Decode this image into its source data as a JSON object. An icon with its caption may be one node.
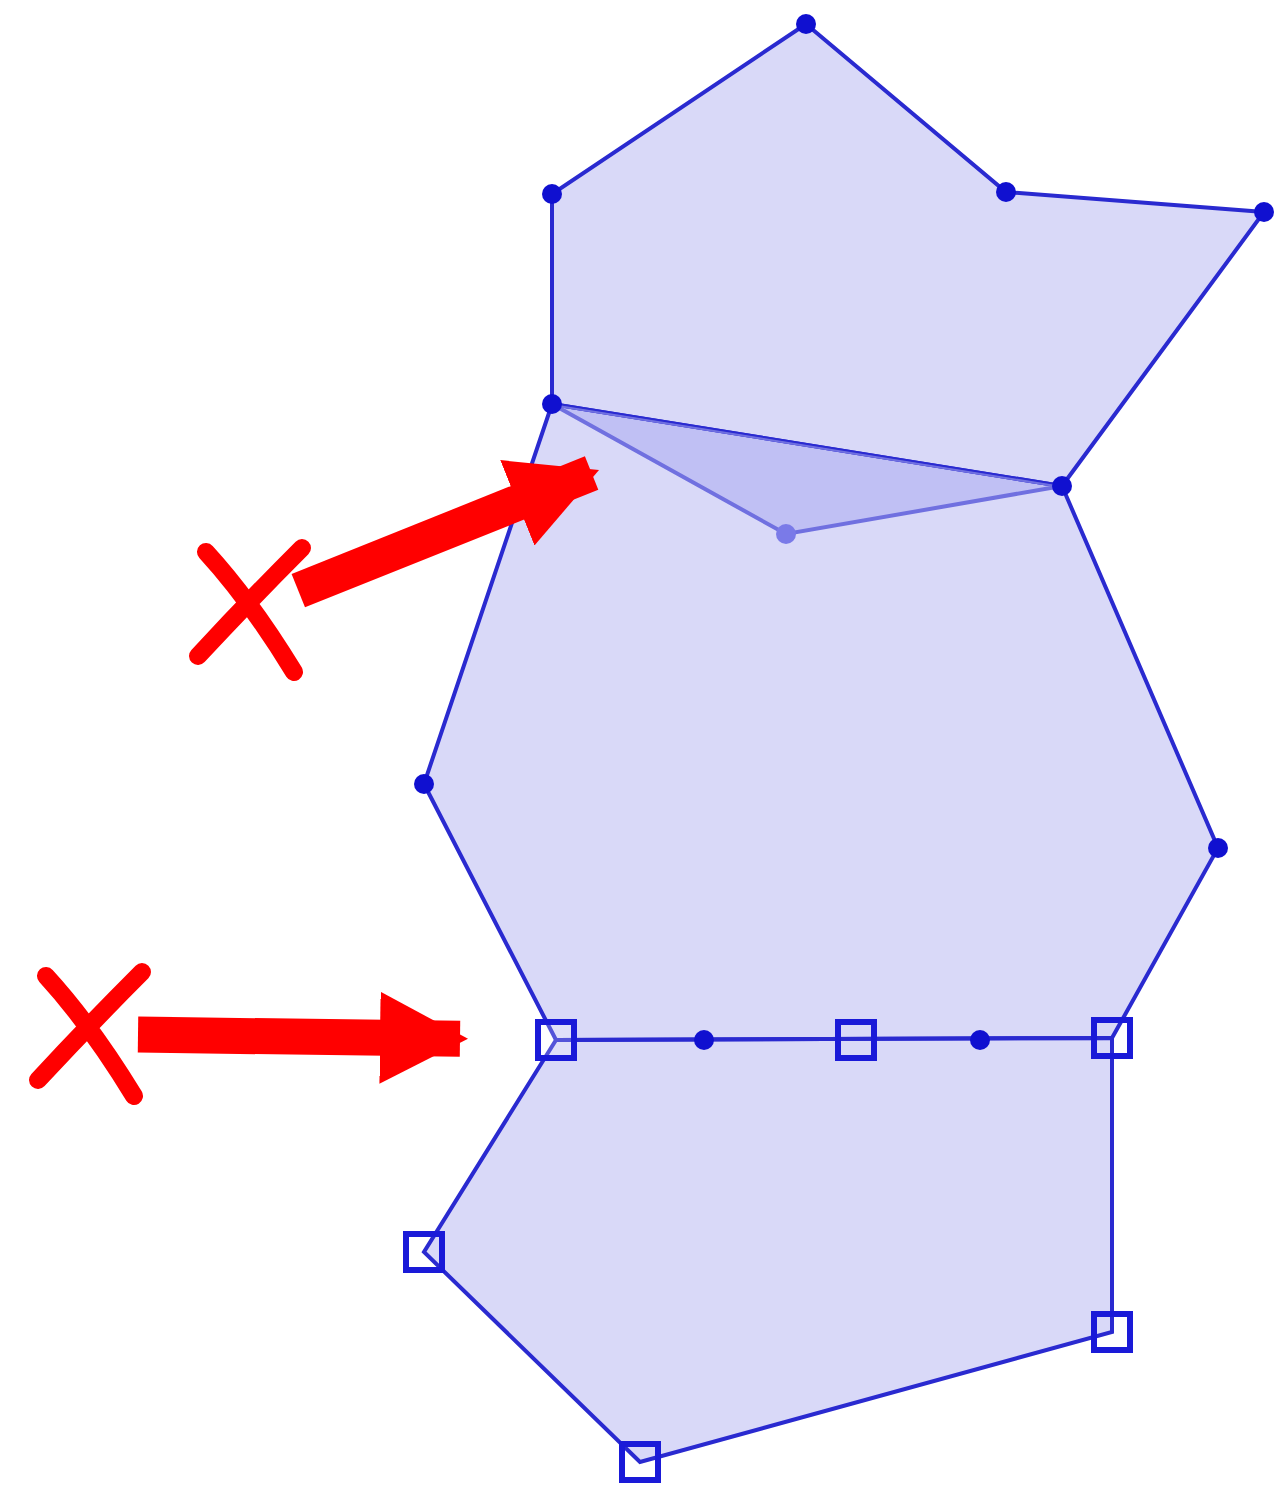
{
  "diagram": {
    "nodes": [
      {
        "text": [],
        "shape": "polygon"
      },
      {
        "text": [],
        "shape": "polygon"
      },
      {
        "text": [],
        "shape": "polygon"
      },
      {
        "text": [],
        "shape": "triangle",
        "in": 1
      },
      {
        "text": [],
        "shape": "cross"
      },
      {
        "text": [],
        "shape": "cross"
      },
      {
        "text": [],
        "shape": "box"
      }
    ],
    "edges": [
      {
        "from": 4,
        "to": 3,
        "arrow": "to"
      },
      {
        "from": 5,
        "to": 6,
        "arrow": "to"
      }
    ]
  }
}
